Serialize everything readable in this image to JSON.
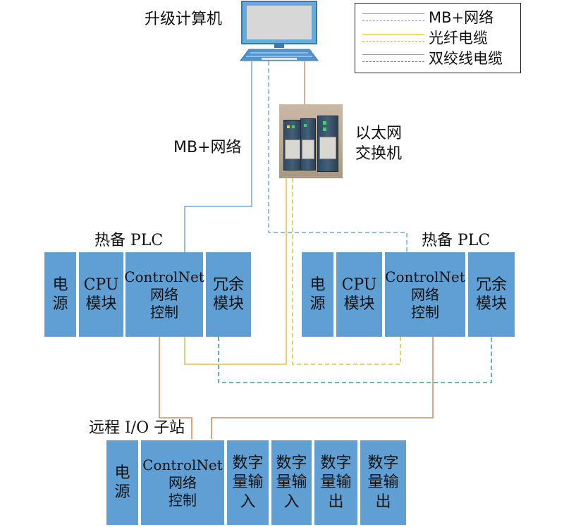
{
  "colors": {
    "block": "#5f9fd4",
    "mb_plus": "#6aaad9",
    "fiber": "#e3c13b",
    "twisted_pair": "#d58a54",
    "teal_dashed": "#2e9f8c"
  },
  "computer": {
    "label": "升级计算机",
    "icon": "desktop-computer-icon"
  },
  "switch": {
    "label": "以太网\n交换机",
    "image": "ethernet-switch-photo"
  },
  "legend": {
    "items": [
      {
        "label": "MB+网络",
        "color": "#6aaad9"
      },
      {
        "label": "光纤电缆",
        "color": "#e3c13b"
      },
      {
        "label": "双绞线电缆",
        "color": "#d58a54"
      }
    ]
  },
  "mb_network_label": "MB+网络",
  "plc_left": {
    "title": "热备 PLC",
    "modules": [
      "电\n源",
      "CPU\n模块",
      "ControlNet\n网络\n控制",
      "冗余\n模块"
    ]
  },
  "plc_right": {
    "title": "热备 PLC",
    "modules": [
      "电\n源",
      "CPU\n模块",
      "ControlNet\n网络\n控制",
      "冗余\n模块"
    ]
  },
  "remote_station": {
    "title": "远程 I/O 子站",
    "modules": [
      "电\n源",
      "ControlNet\n网络\n控制",
      "数字\n量输\n入",
      "数字\n量输\n入",
      "数字\n量输\n出",
      "数字\n量输\n出"
    ]
  }
}
